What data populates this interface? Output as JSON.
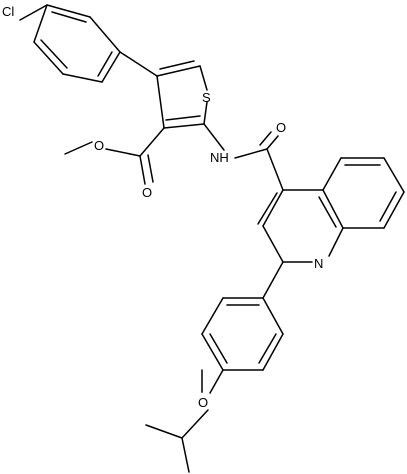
{
  "structure": {
    "atoms": {
      "cl": "Cl",
      "s": "S",
      "o_ester_single": "O",
      "o_ester_double": "O",
      "nh": "NH",
      "o_amide": "O",
      "n_quinoline": "N",
      "o_ether": "O"
    }
  }
}
